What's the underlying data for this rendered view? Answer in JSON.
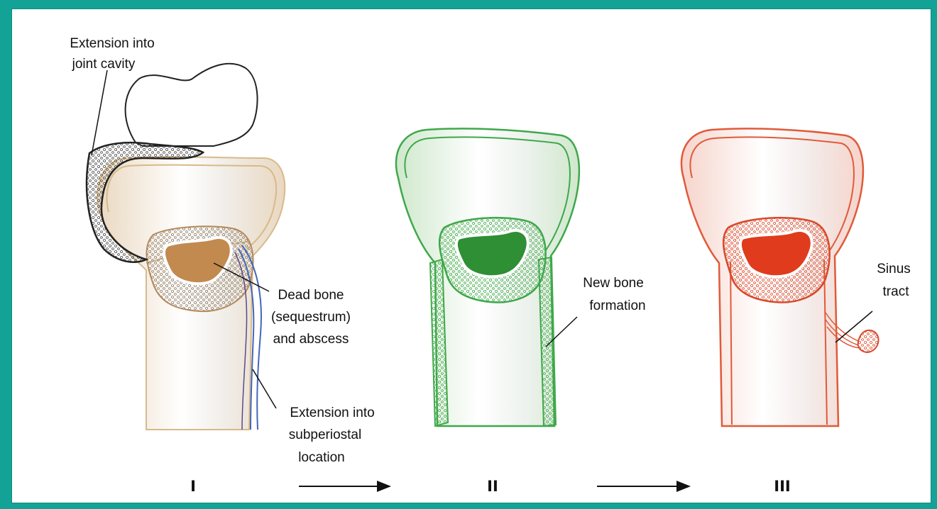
{
  "colors": {
    "frame": "#13a396",
    "stage1_outline": "#d8b98a",
    "stage1_fill": "#c28a4f",
    "stage2_outline": "#3fa84a",
    "stage2_fill": "#2e8f34",
    "stage3_outline": "#e05a3a",
    "stage3_fill": "#e03b1c",
    "joint_outline": "#222222",
    "periosteal_blue": "#4466bb"
  },
  "labels": {
    "joint_line1": "Extension into",
    "joint_line2": "joint cavity",
    "dead_line1": "Dead bone",
    "dead_line2": "(sequestrum)",
    "dead_line3": "and abscess",
    "sub_line1": "Extension into",
    "sub_line2": "subperiostal",
    "sub_line3": "location",
    "new_line1": "New bone",
    "new_line2": "formation",
    "sinus_line1": "Sinus",
    "sinus_line2": "tract"
  },
  "stages": [
    "I",
    "II",
    "III"
  ],
  "icons": [
    "arrow-right-icon",
    "arrow-right-icon"
  ]
}
